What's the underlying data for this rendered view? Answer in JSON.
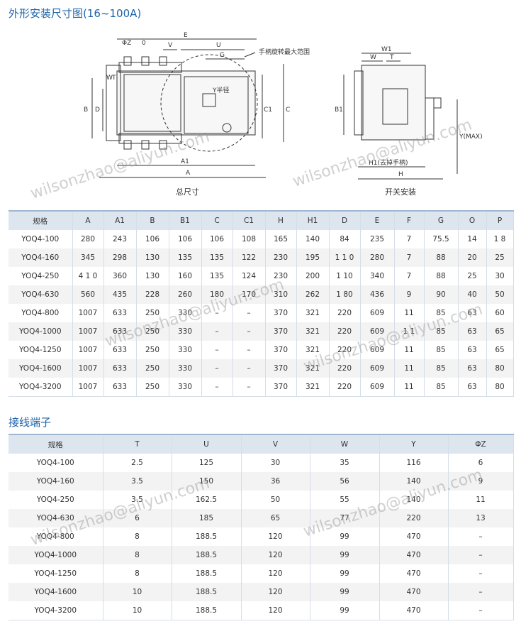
{
  "title_outline": "外形安装尺寸图(16~100A)",
  "title_terminals": "接线端子",
  "drawing": {
    "labels": [
      "E",
      "V",
      "U",
      "G",
      "ΦZ",
      "0",
      "W",
      "T",
      "A1",
      "A",
      "B",
      "D",
      "C1",
      "C",
      "B1",
      "Y(MAX)",
      "H1(去掉手柄)",
      "H",
      "W1",
      "Y半径"
    ],
    "callout": "手柄旋转最大范围",
    "caption_left": "总尺寸",
    "caption_right": "开关安装"
  },
  "specs": {
    "headers": [
      "规格",
      "A",
      "A1",
      "B",
      "B1",
      "C",
      "C1",
      "H",
      "H1",
      "D",
      "E",
      "F",
      "G",
      "O",
      "P"
    ],
    "rows": [
      [
        "YOQ4-100",
        "280",
        "243",
        "106",
        "106",
        "106",
        "108",
        "165",
        "140",
        "84",
        "235",
        "7",
        "75.5",
        "14",
        "1 8"
      ],
      [
        "YOQ4-160",
        "345",
        "298",
        "130",
        "135",
        "135",
        "122",
        "230",
        "195",
        "1 1 0",
        "280",
        "7",
        "88",
        "20",
        "25"
      ],
      [
        "YOQ4-250",
        "4 1 0",
        "360",
        "130",
        "160",
        "135",
        "124",
        "230",
        "200",
        "1 10",
        "340",
        "7",
        "88",
        "25",
        "30"
      ],
      [
        "YOQ4-630",
        "560",
        "435",
        "228",
        "260",
        "180",
        "170",
        "310",
        "262",
        "1 80",
        "436",
        "9",
        "90",
        "40",
        "50"
      ],
      [
        "YOQ4-800",
        "1007",
        "633",
        "250",
        "330",
        "–",
        "–",
        "370",
        "321",
        "220",
        "609",
        "11",
        "85",
        "63",
        "60"
      ],
      [
        "YOQ4-1000",
        "1007",
        "633",
        "250",
        "330",
        "–",
        "–",
        "370",
        "321",
        "220",
        "609",
        "1 1",
        "85",
        "63",
        "65"
      ],
      [
        "YOQ4-1250",
        "1007",
        "633",
        "250",
        "330",
        "–",
        "–",
        "370",
        "321",
        "220",
        "609",
        "11",
        "85",
        "63",
        "65"
      ],
      [
        "YOQ4-1600",
        "1007",
        "633",
        "250",
        "330",
        "–",
        "–",
        "370",
        "321",
        "220",
        "609",
        "11",
        "85",
        "63",
        "80"
      ],
      [
        "YOQ4-3200",
        "1007",
        "633",
        "250",
        "330",
        "–",
        "–",
        "370",
        "321",
        "220",
        "609",
        "11",
        "85",
        "63",
        "80"
      ]
    ]
  },
  "terminals": {
    "headers": [
      "规格",
      "T",
      "U",
      "V",
      "W",
      "Y",
      "ΦZ"
    ],
    "rows": [
      [
        "YOQ4-100",
        "2.5",
        "125",
        "30",
        "35",
        "116",
        "6"
      ],
      [
        "YOQ4-160",
        "3.5",
        "150",
        "36",
        "56",
        "140",
        "9"
      ],
      [
        "YOQ4-250",
        "3.5",
        "162.5",
        "50",
        "55",
        "140",
        "11"
      ],
      [
        "YOQ4-630",
        "6",
        "185",
        "65",
        "77",
        "220",
        "13"
      ],
      [
        "YOQ4-800",
        "8",
        "188.5",
        "120",
        "99",
        "470",
        "–"
      ],
      [
        "YOQ4-1000",
        "8",
        "188.5",
        "120",
        "99",
        "470",
        "–"
      ],
      [
        "YOQ4-1250",
        "8",
        "188.5",
        "120",
        "99",
        "470",
        "–"
      ],
      [
        "YOQ4-1600",
        "10",
        "188.5",
        "120",
        "99",
        "470",
        "–"
      ],
      [
        "YOQ4-3200",
        "10",
        "188.5",
        "120",
        "99",
        "470",
        "–"
      ]
    ]
  },
  "watermark": "wilsonzhao@aliyun.com"
}
